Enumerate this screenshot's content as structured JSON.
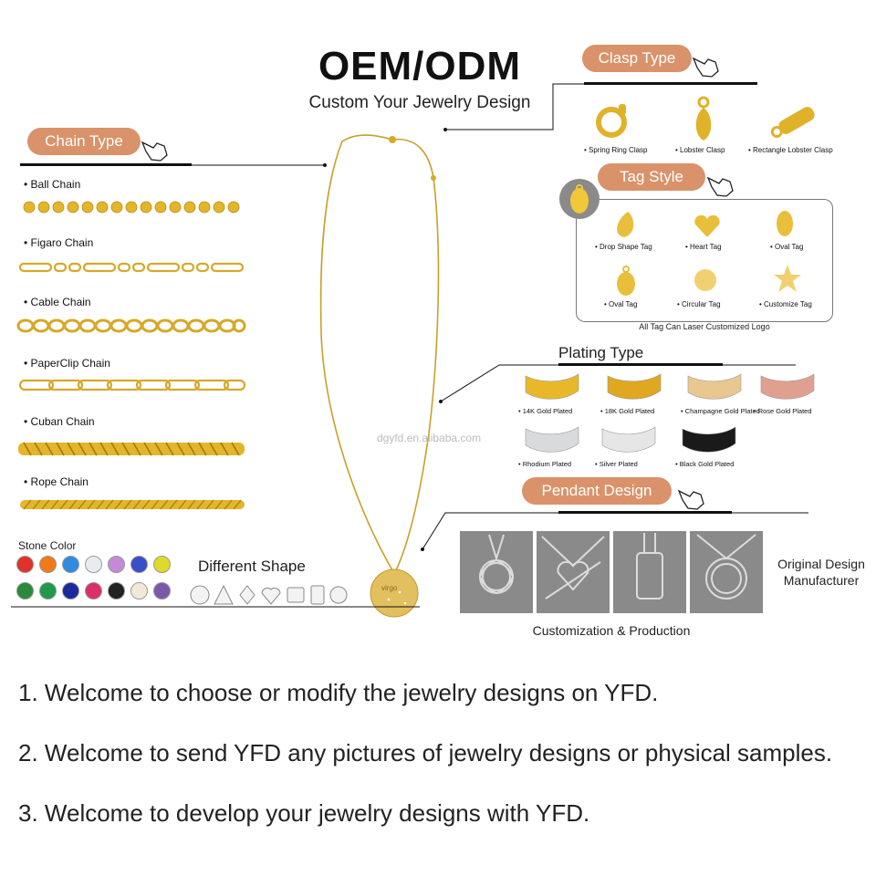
{
  "header": {
    "title": "OEM/ODM",
    "subtitle": "Custom Your Jewelry Design"
  },
  "chain_type": {
    "label": "Chain Type",
    "items": [
      {
        "label": "Ball Chain",
        "icon": "ball-chain-icon"
      },
      {
        "label": "Figaro Chain",
        "icon": "figaro-chain-icon"
      },
      {
        "label": "Cable Chain",
        "icon": "cable-chain-icon"
      },
      {
        "label": "PaperClip Chain",
        "icon": "paperclip-chain-icon"
      },
      {
        "label": "Cuban Chain",
        "icon": "cuban-chain-icon"
      },
      {
        "label": "Rope Chain",
        "icon": "rope-chain-icon"
      }
    ]
  },
  "stone_color": {
    "label": "Stone Color",
    "colors": [
      "#e0312c",
      "#f07a1a",
      "#2e8be0",
      "#e8ecf0",
      "#c48ad8",
      "#3a4ec8",
      "#e0d82a",
      "#2a8a3a",
      "#1f9a4a",
      "#1a2a9a",
      "#d8306a",
      "#222222",
      "#f2e8d8",
      "#7a5aa8"
    ]
  },
  "different_shape": {
    "label": "Different Shape"
  },
  "clasp_type": {
    "label": "Clasp Type",
    "items": [
      {
        "label": "Spring Ring Clasp",
        "icon": "spring-ring-clasp-icon"
      },
      {
        "label": "Lobster Clasp",
        "icon": "lobster-clasp-icon"
      },
      {
        "label": "Rectangle Lobster Clasp",
        "icon": "rectangle-lobster-clasp-icon"
      }
    ]
  },
  "tag_style": {
    "label": "Tag Style",
    "items": [
      {
        "label": "Drop Shape Tag"
      },
      {
        "label": "Heart Tag"
      },
      {
        "label": "Oval Tag"
      },
      {
        "label": "Oval Tag"
      },
      {
        "label": "Circular Tag"
      },
      {
        "label": "Customize Tag"
      }
    ],
    "note": "All Tag Can Laser Customized Logo"
  },
  "plating_type": {
    "label": "Plating Type",
    "items": [
      {
        "label": "14K Gold Plated",
        "color": "#e8b82a"
      },
      {
        "label": "18K Gold Plated",
        "color": "#e0a820"
      },
      {
        "label": "Champagne Gold Plated",
        "color": "#e8c890"
      },
      {
        "label": "Rose Gold Plated",
        "color": "#e0a090"
      },
      {
        "label": "Rhodium Plated",
        "color": "#d8dadc"
      },
      {
        "label": "Silver Plated",
        "color": "#e6e6e6"
      },
      {
        "label": "Black Gold Plated",
        "color": "#1a1a1a"
      }
    ]
  },
  "pendant_design": {
    "label": "Pendant Design",
    "images": [
      "celtic-knot-pendant",
      "heart-arrow-pendant",
      "dog-tag-pendant",
      "saint-medal-pendant"
    ],
    "side_text_line1": "Original Design",
    "side_text_line2": "Manufacturer",
    "caption": "Customization & Production"
  },
  "watermark": "dgyfd.en.alibaba.com",
  "notes": [
    "1. Welcome to choose or modify the jewelry designs on YFD.",
    "2. Welcome to send YFD any pictures of jewelry designs or physical samples.",
    "3. Welcome to develop your jewelry designs with YFD."
  ],
  "colors": {
    "accent": "#d9926a",
    "gold": "#e3b52a"
  }
}
